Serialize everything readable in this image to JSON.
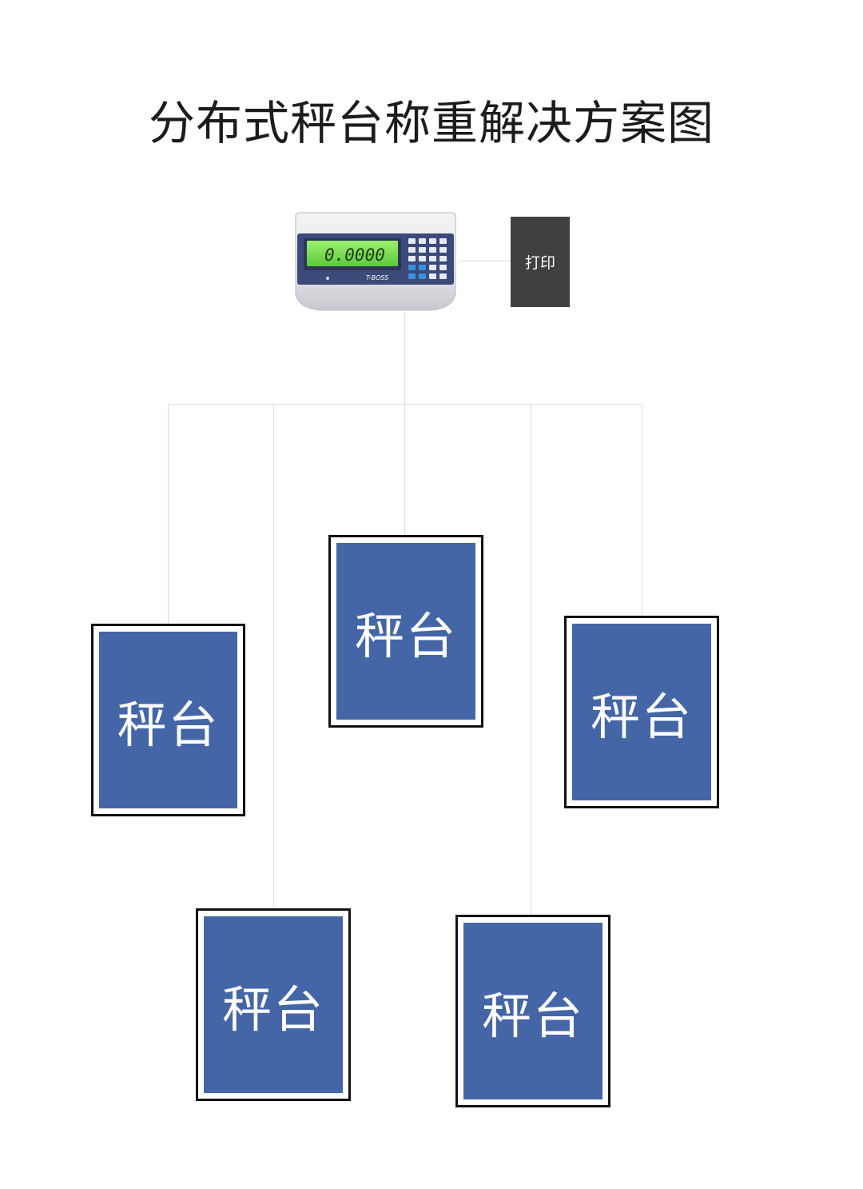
{
  "title": "分布式秤台称重解决方案图",
  "indicator": {
    "display_reading": "0.0000",
    "brand": "T-BOSS"
  },
  "printer_label": "打印",
  "platforms": [
    {
      "label": "秤台"
    },
    {
      "label": "秤台"
    },
    {
      "label": "秤台"
    },
    {
      "label": "秤台"
    },
    {
      "label": "秤台"
    }
  ],
  "colors": {
    "platform_fill": "#4466a6",
    "printer_fill": "#404040",
    "connector": "#dcdcdc",
    "display_green": "#7fe05a"
  }
}
